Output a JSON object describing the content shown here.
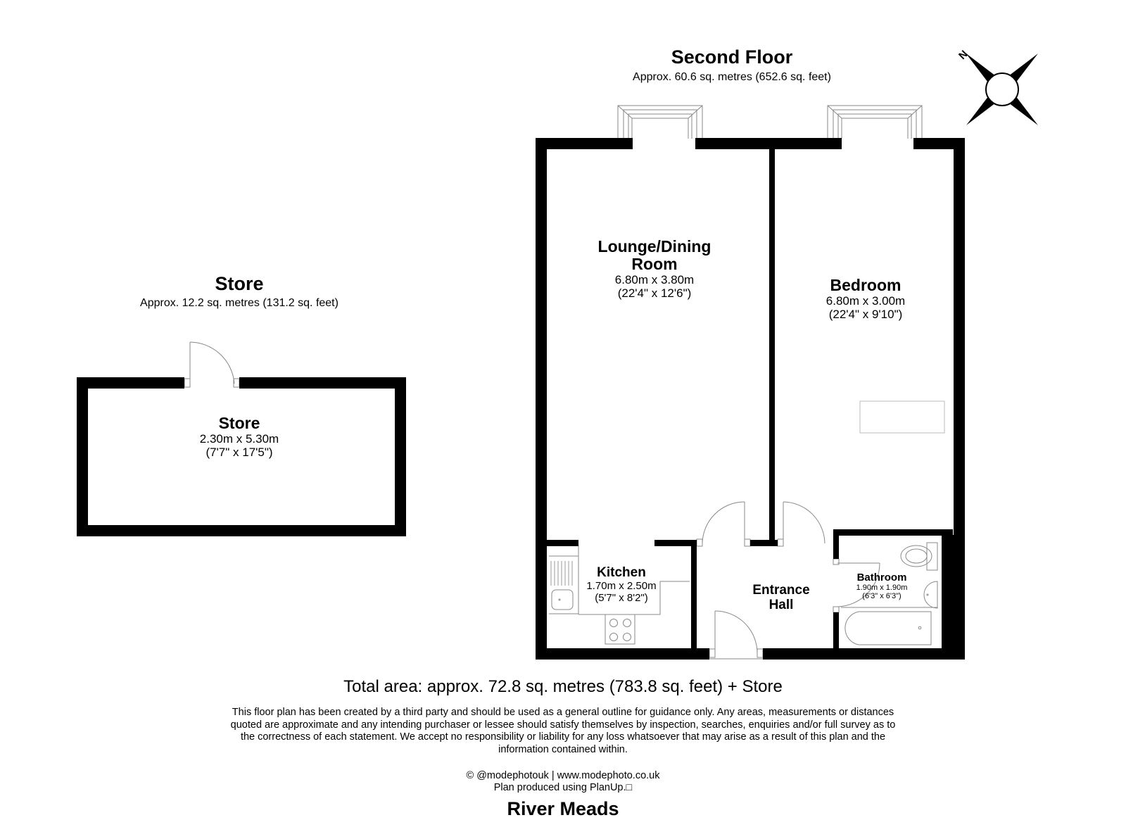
{
  "second_floor": {
    "title": "Second Floor",
    "area": "Approx. 60.6 sq. metres (652.6 sq. feet)"
  },
  "store_section": {
    "title": "Store",
    "area": "Approx. 12.2 sq. metres (131.2 sq. feet)"
  },
  "rooms": {
    "lounge": {
      "name_line1": "Lounge/Dining",
      "name_line2": "Room",
      "metric": "6.80m x 3.80m",
      "imperial": "(22'4\" x 12'6\")"
    },
    "bedroom": {
      "name": "Bedroom",
      "metric": "6.80m x 3.00m",
      "imperial": "(22'4\" x 9'10\")"
    },
    "kitchen": {
      "name": "Kitchen",
      "metric": "1.70m x 2.50m",
      "imperial": "(5'7\" x 8'2\")"
    },
    "entrance_hall": {
      "name_line1": "Entrance",
      "name_line2": "Hall"
    },
    "bathroom": {
      "name": "Bathroom",
      "metric": "1.90m x 1.90m",
      "imperial": "(6'3\" x 6'3\")"
    },
    "store": {
      "name": "Store",
      "metric": "2.30m x 5.30m",
      "imperial": "(7'7\" x 17'5\")"
    }
  },
  "compass": {
    "label": "N",
    "icon": "compass-rose-icon"
  },
  "footer": {
    "total_area": "Total area: approx. 72.8 sq. metres (783.8 sq. feet)  + Store",
    "disclaimer_lines": [
      "This floor plan has been created by a third party and should be used as a general outline for guidance only. Any areas, measurements or distances",
      "quoted are approximate and any intending purchaser or lessee should satisfy themselves by inspection, searches, enquiries and/or full survey as to",
      "the correctness of each statement. We accept no responsibility or liability for any loss whatsoever that may arise as a result of this plan and the",
      "information contained within."
    ],
    "credit_line1": "© @modephotouk | www.modephoto.co.uk",
    "credit_line2": "Plan produced using PlanUp.□",
    "property_name": "River Meads"
  },
  "colors": {
    "wall": "#000000",
    "fixture_line": "#808080",
    "background": "#ffffff"
  }
}
